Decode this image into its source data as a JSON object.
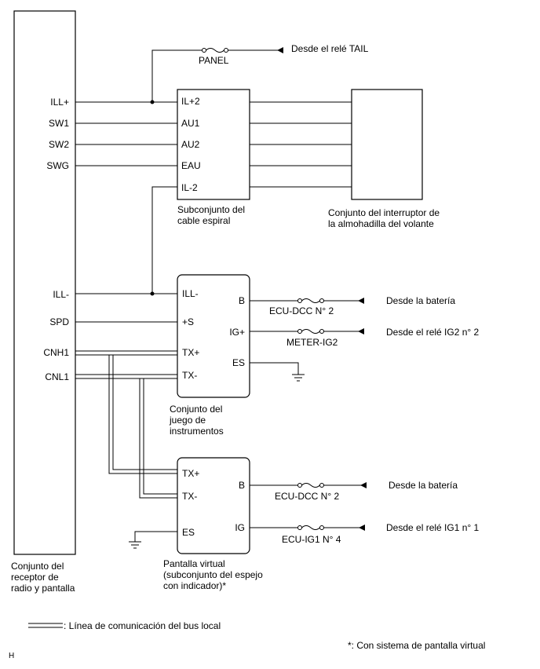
{
  "radio_unit": {
    "name_lines": [
      "Conjunto del",
      "receptor de",
      "radio y pantalla"
    ],
    "pins": [
      "ILL+",
      "SW1",
      "SW2",
      "SWG",
      "ILL-",
      "SPD",
      "CNH1",
      "CNL1"
    ]
  },
  "spiral_cable": {
    "name_lines": [
      "Subconjunto del",
      "cable espiral"
    ],
    "pins": [
      "IL+2",
      "AU1",
      "AU2",
      "EAU",
      "IL-2"
    ]
  },
  "steering_switch": {
    "name_lines": [
      "Conjunto del interruptor de",
      "la almohadilla del volante"
    ]
  },
  "panel_feed": {
    "fuse": "PANEL",
    "source": "Desde el relé TAIL"
  },
  "meter": {
    "name_lines": [
      "Conjunto del",
      "juego de",
      "instrumentos"
    ],
    "left_pins": [
      "ILL-",
      "+S",
      "TX+",
      "TX-"
    ],
    "right_pins": [
      "B",
      "IG+",
      "ES"
    ],
    "b_fuse": "ECU-DCC N° 2",
    "b_source": "Desde la batería",
    "ig_fuse": "METER-IG2",
    "ig_source": "Desde el relé IG2 n° 2"
  },
  "hud": {
    "name_lines": [
      "Pantalla virtual",
      "(subconjunto del espejo",
      "con indicador)*"
    ],
    "left_pins": [
      "TX+",
      "TX-",
      "ES"
    ],
    "right_pins": [
      "B",
      "IG"
    ],
    "b_fuse": "ECU-DCC N° 2",
    "b_source": "Desde la batería",
    "ig_fuse": "ECU-IG1 N° 4",
    "ig_source": "Desde el relé IG1 n° 1"
  },
  "legend": {
    "bus_label": ": Línea de comunicación del bus local"
  },
  "footnote": "*: Con sistema de pantalla virtual",
  "corner_mark": "H"
}
